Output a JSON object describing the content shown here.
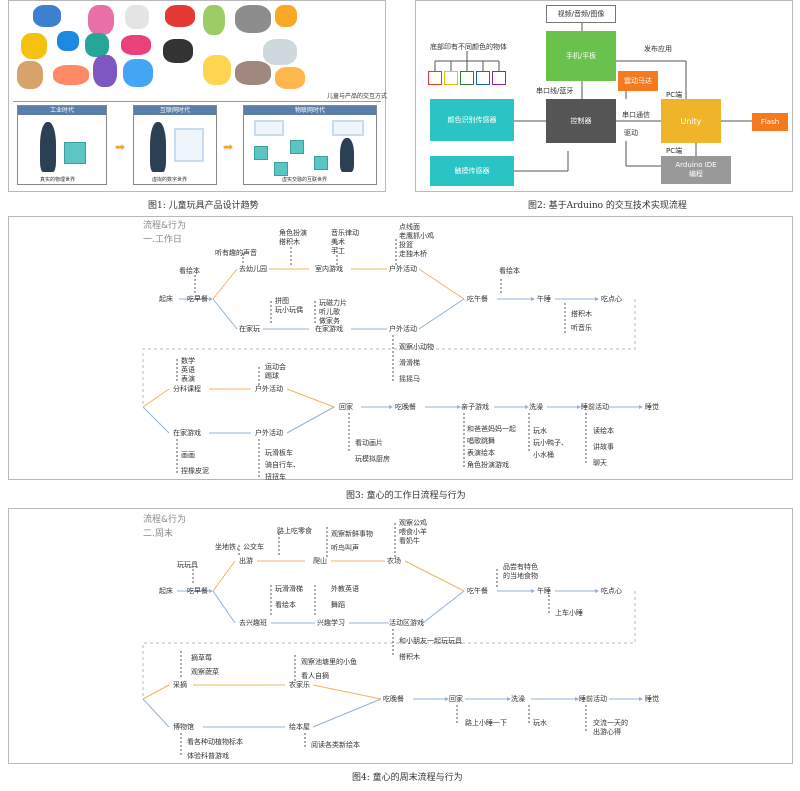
{
  "fig1": {
    "interaction_label": "儿童与产品的交互方式",
    "eras": [
      {
        "title": "工业时代",
        "caption": "真实的物理世界"
      },
      {
        "title": "互联网时代",
        "caption": "虚拟的数字世界"
      },
      {
        "title": "物联网时代",
        "caption": "虚实交融的互联世界"
      }
    ],
    "caption": "图1: 儿童玩具产品设计趋势"
  },
  "fig2": {
    "caption": "图2: 基于Arduino 的交互技术实现流程",
    "label_bottom_objects": "底部印有不同颜色的物体",
    "color_boxes": [
      "#e53935",
      "#f2c200",
      "#2e7d32",
      "#1565c0",
      "#8e24aa"
    ],
    "media": "视频/音频/图像",
    "phone": "手机/平板",
    "publish": "发布应用",
    "serial_bt": "串口线/蓝牙",
    "vibration": "震动马达",
    "color_sensor": "颜色识别传感器",
    "controller": "控制器",
    "serial_comm": "串口通信",
    "drive": "驱动",
    "pc_end_top": "PC端",
    "unity": "Unity",
    "flash": "Flash",
    "touch_sensor": "触摸传感器",
    "pc_end_bottom": "PC端",
    "ide_line1": "Arduino IDE",
    "ide_line2": "编程"
  },
  "fig3": {
    "caption": "图3: 童心的工作日流程与行为",
    "heading1": "流程&行为",
    "heading2": "一.工作日",
    "nodes": {
      "wake": "起床",
      "breakfast": "吃早餐",
      "kindergarten": "去幼儿园",
      "indoor_game": "室内游戏",
      "outdoor1": "户外活动",
      "lunch": "吃午餐",
      "nap": "午睡",
      "snack": "吃点心",
      "at_home": "在家玩",
      "home_game": "在家游戏",
      "outdoor2": "户外活动",
      "classes": "分科课程",
      "outdoor3": "户外活动",
      "go_home": "回家",
      "dinner": "吃晚餐",
      "parent_game": "亲子游戏",
      "bath": "洗澡",
      "bedtime": "睡前活动",
      "sleep": "睡觉",
      "home_game2": "在家游戏",
      "outdoor4": "户外活动"
    },
    "behaviors": {
      "watch_tv": "看绘本",
      "pleasant_sound": "听有趣的声音",
      "roleplay": [
        "角色扮演",
        "搭积木"
      ],
      "music": [
        "音乐律动",
        "美术",
        "手工"
      ],
      "outdoor1_acts": [
        "点线面",
        "老鹰抓小鸡",
        "投篮",
        "走独木桥"
      ],
      "lunch_act": "看绘本",
      "nap_acts": [
        "搭积木",
        "听音乐"
      ],
      "at_home_acts": [
        "拼图",
        "玩小玩偶"
      ],
      "home_game_acts": [
        "玩磁力片",
        "听儿歌",
        "做家务"
      ],
      "outdoor2_acts": [
        "观察小动物",
        "滑滑梯",
        "摇摇马"
      ],
      "classes_acts": [
        "数学",
        "英语",
        "表演"
      ],
      "outdoor3_acts": [
        "运动会",
        "踢球"
      ],
      "go_home_acts": [
        "看动画片",
        "玩模拟厨房"
      ],
      "parent_acts": [
        "和爸爸妈妈一起",
        "唱歌跳舞",
        "表演绘本",
        "角色扮演游戏"
      ],
      "bath_acts": [
        "玩水",
        "玩小鸭子、",
        "小水桶"
      ],
      "bedtime_acts": [
        "读绘本",
        "讲故事",
        "聊天"
      ],
      "home_game2_acts": [
        "画画",
        "捏橡皮泥"
      ],
      "outdoor4_acts": [
        "玩滑板车",
        "骑自行车、",
        "扭扭车"
      ]
    }
  },
  "fig4": {
    "caption": "图4: 童心的周末流程与行为",
    "heading1": "流程&行为",
    "heading2": "二.周末",
    "nodes": {
      "wake": "起床",
      "breakfast": "吃早餐",
      "outing": "出游",
      "hike": "爬山",
      "farm": "农场",
      "lunch": "吃午餐",
      "nap": "午睡",
      "snack": "吃点心",
      "interest_class": "去兴趣班",
      "interest_study": "兴趣学习",
      "activity_area": "活动区游戏",
      "pick": "采摘",
      "farm_fun": "农家乐",
      "dinner": "吃晚餐",
      "go_home": "回家",
      "bath": "洗澡",
      "bedtime": "睡前活动",
      "sleep": "睡觉",
      "museum": "博物馆",
      "picture_house": "绘本屋"
    },
    "behaviors": {
      "toys": "玩玩具",
      "subway": "坐地铁，公交车",
      "snacks_road": "路上吃零食",
      "observe": [
        "观察新鲜事物",
        "听鸟叫声"
      ],
      "farm_acts": [
        "观察公鸡",
        "喂食小羊",
        "看奶牛"
      ],
      "lunch_acts": [
        "品尝有特色",
        "的当地食物"
      ],
      "nap_act": "上车小睡",
      "interest_acts": [
        "玩滑滑梯",
        "看绘本"
      ],
      "study_acts": [
        "外教英语",
        "舞蹈"
      ],
      "activity_acts": [
        "和小朋友一起玩玩具",
        "搭积木"
      ],
      "pick_acts": [
        "摘草莓",
        "观察蔬菜"
      ],
      "farm_fun_acts": [
        "观察池塘里的小鱼",
        "看人自摘"
      ],
      "museum_acts": [
        "看各种动植物标本",
        "体验科普游戏"
      ],
      "picture_acts": "阅读各类新绘本",
      "go_home_act": "路上小睡一下",
      "bath_act": "玩水",
      "bedtime_acts": [
        "交流一天的",
        "出游心得"
      ]
    }
  }
}
